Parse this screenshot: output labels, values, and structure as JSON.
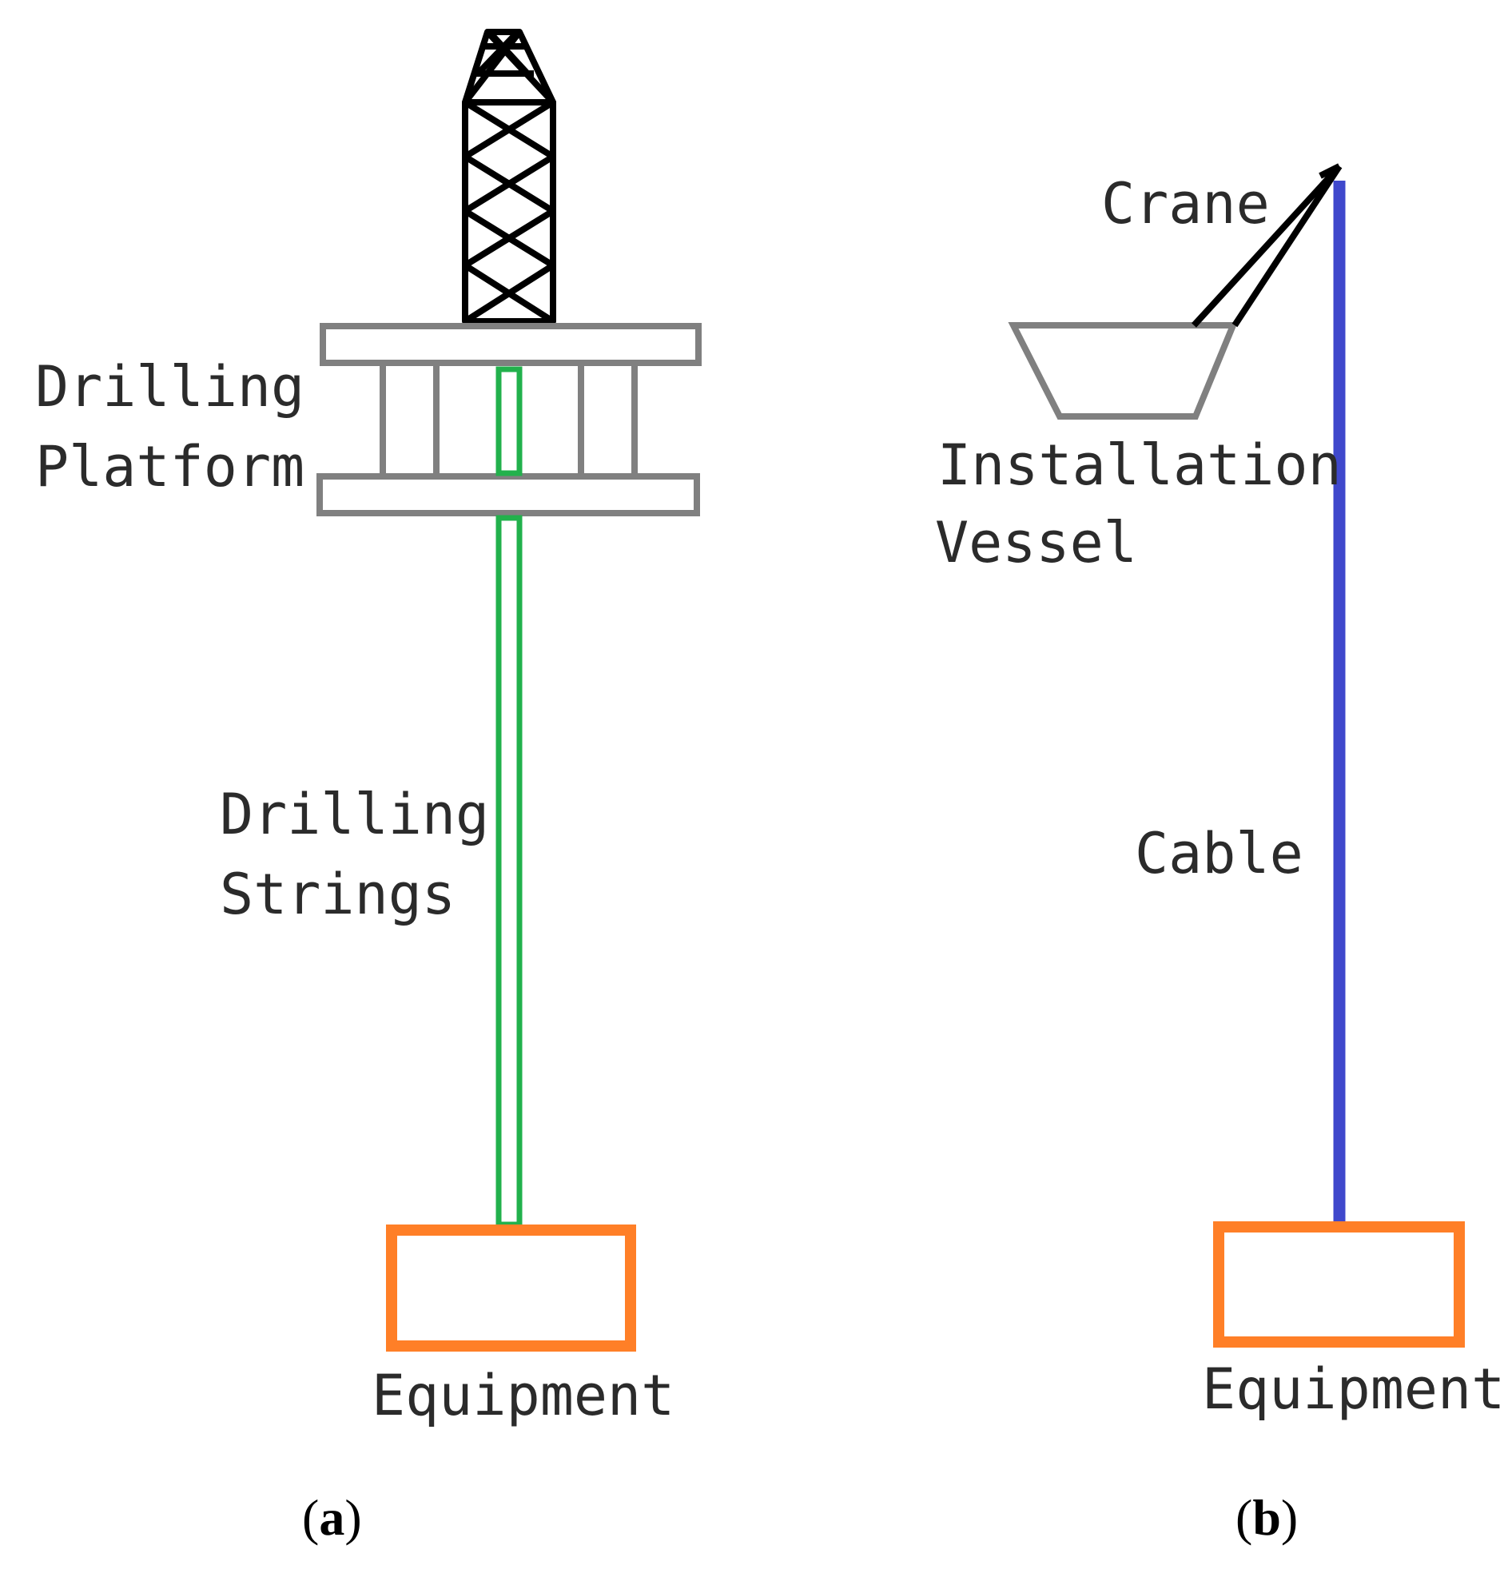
{
  "panel_a": {
    "caption_open": "(",
    "caption_letter": "a",
    "caption_close": ")",
    "label_platform_line1": "Drilling",
    "label_platform_line2": "Platform",
    "label_strings_line1": "Drilling",
    "label_strings_line2": "Strings",
    "label_equipment": "Equipment"
  },
  "panel_b": {
    "caption_open": "(",
    "caption_letter": "b",
    "caption_close": ")",
    "label_crane": "Crane",
    "label_vessel_line1": "Installation",
    "label_vessel_line2": "Vessel",
    "label_cable": "Cable",
    "label_equipment": "Equipment"
  },
  "colors": {
    "platform": "#808080",
    "drilling_string": "#22b14c",
    "equipment": "#ff7f27",
    "cable": "#3f48cc",
    "derrick": "#000000",
    "crane": "#000000",
    "vessel": "#808080"
  }
}
